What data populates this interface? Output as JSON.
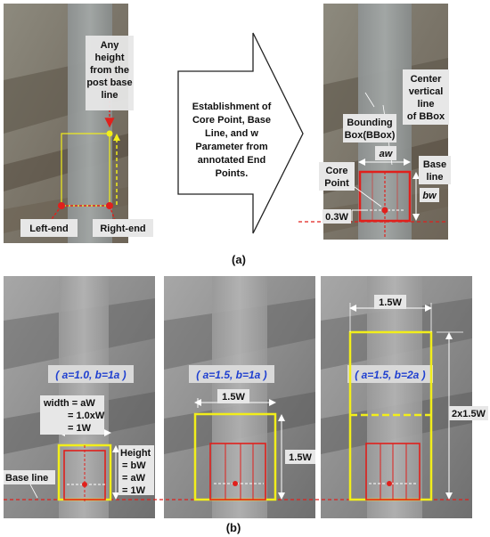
{
  "panel_a": {
    "label": "(a)",
    "any_height": [
      "Any",
      "height",
      "from the",
      "post base",
      "line"
    ],
    "left_end": "Left-end",
    "right_end": "Right-end",
    "arrow_text": [
      "Establishment of",
      "Core Point, Base",
      "Line, and w",
      "Parameter from",
      "annotated End",
      "Points."
    ],
    "center_line": [
      "Center",
      "vertical",
      "line",
      "of BBox"
    ],
    "bbox": [
      "Bounding",
      "Box(BBox)"
    ],
    "aw": "aw",
    "bw": "bw",
    "core_point": [
      "Core",
      "Point"
    ],
    "base_line": [
      "Base",
      "line"
    ],
    "offset": "0.3W"
  },
  "panel_b": {
    "label": "(b)",
    "base_line": "Base line",
    "sub1": {
      "params": "( a=1.0, b=1a )",
      "width_lines": [
        "width = aW",
        "= 1.0xW",
        "= 1W"
      ],
      "height_lines": [
        "Height",
        "= bW",
        "= aW",
        "= 1W"
      ]
    },
    "sub2": {
      "params": "( a=1.5, b=1a )",
      "width": "1.5W",
      "height": "1.5W"
    },
    "sub3": {
      "params": "( a=1.5, b=2a )",
      "width": "1.5W",
      "height": "2x1.5W"
    }
  },
  "colors": {
    "yellow": "#f2ee1a",
    "red": "#e0201c",
    "blue": "#1e3fd0"
  }
}
